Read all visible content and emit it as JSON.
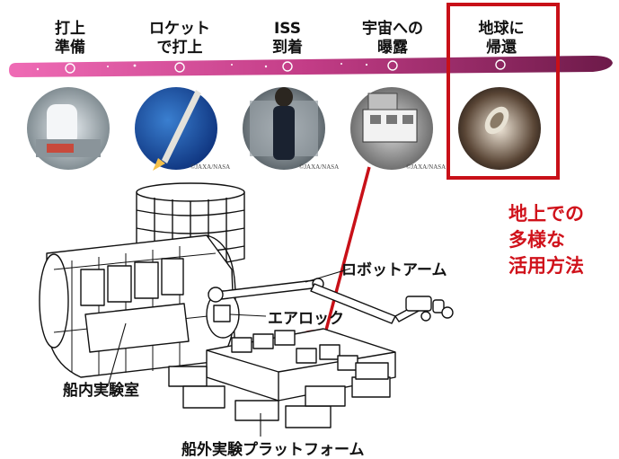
{
  "timeline": {
    "steps": [
      {
        "label": "打上\n準備"
      },
      {
        "label": "ロケット\nで打上"
      },
      {
        "label": "ISS\n到着"
      },
      {
        "label": "宇宙への\n曝露"
      },
      {
        "label": "地球に\n帰還"
      }
    ],
    "credit": "©JAXA/NASA"
  },
  "callout": {
    "text": "地上での\n多様な\n活用方法"
  },
  "diagram": {
    "robot_arm_label": "ロボットアーム",
    "airlock_label": "エアロック",
    "pressurized_module_label": "船内実験室",
    "exposed_facility_label": "船外実験プラットフォーム"
  },
  "colors": {
    "highlight": "#c81018",
    "timeline_start": "#e15aa8",
    "timeline_end": "#7a1e52"
  }
}
